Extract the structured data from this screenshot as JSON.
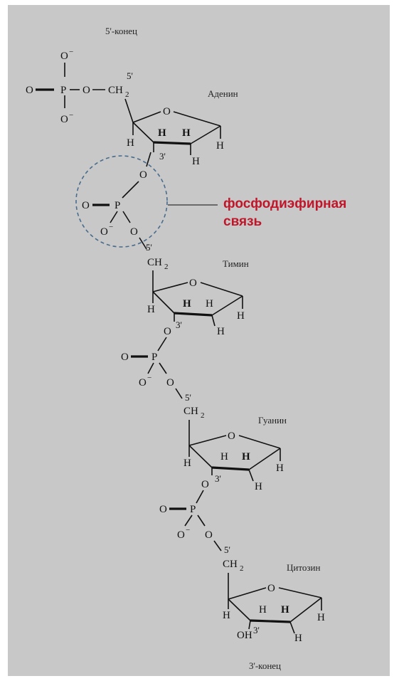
{
  "ends": {
    "five_prime": "5'-конец",
    "three_prime": "3'-конец"
  },
  "callout": {
    "line1": "фосфодиэфирная",
    "line2": "связь",
    "color": "#c0162a"
  },
  "atoms": {
    "oxygen": "O",
    "phosphorus": "P",
    "hydrogen": "H",
    "ch2": "CH",
    "sub2": "2",
    "minus": "−",
    "oh": "OH"
  },
  "primes": {
    "five": "5'",
    "three": "3'"
  },
  "nucleotides": [
    {
      "base": "Аденин"
    },
    {
      "base": "Тимин"
    },
    {
      "base": "Гуанин"
    },
    {
      "base": "Цитозин"
    }
  ]
}
